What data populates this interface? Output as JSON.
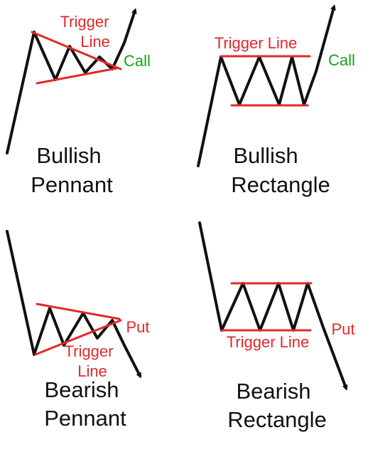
{
  "colors": {
    "pattern_line": "#111111",
    "trigger_line": "#e2292b",
    "call_label": "#17a317",
    "put_label": "#e2292b",
    "background": "#ffffff"
  },
  "panels": [
    {
      "pattern": "bullish-pennant",
      "title_line1": "Bullish",
      "title_line2": "Pennant",
      "trigger_line1": "Trigger",
      "trigger_line2": "Line",
      "signal": "Call"
    },
    {
      "pattern": "bullish-rectangle",
      "title_line1": "Bullish",
      "title_line2": "Rectangle",
      "trigger": "Trigger Line",
      "signal": "Call"
    },
    {
      "pattern": "bearish-pennant",
      "title_line1": "Bearish",
      "title_line2": "Pennant",
      "trigger_line1": "Trigger",
      "trigger_line2": "Line",
      "signal": "Put"
    },
    {
      "pattern": "bearish-rectangle",
      "title_line1": "Bearish",
      "title_line2": "Rectangle",
      "trigger": "Trigger Line",
      "signal": "Put"
    }
  ]
}
